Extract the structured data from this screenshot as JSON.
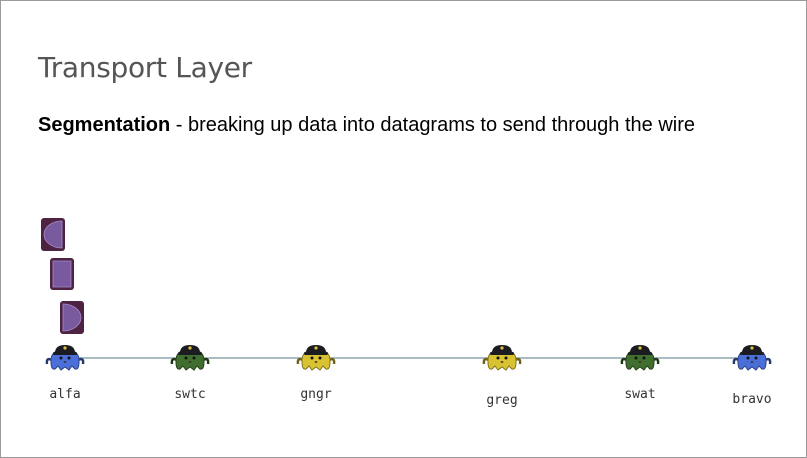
{
  "slide": {
    "title": "Transport Layer",
    "term": "Segmentation",
    "definition": " - breaking up data into datagrams to send through the wire"
  },
  "network": {
    "nodes": [
      {
        "name": "alfa",
        "color": "#4a6fd8"
      },
      {
        "name": "swtc",
        "color": "#3f6e2e"
      },
      {
        "name": "gngr",
        "color": "#d9c232"
      },
      {
        "name": "greg",
        "color": "#d9c232"
      },
      {
        "name": "swat",
        "color": "#3f6e2e"
      },
      {
        "name": "bravo",
        "color": "#4a6fd8"
      }
    ],
    "link_color": "#a9bcc4"
  },
  "segments": [
    {
      "name": "segment-left-half",
      "shape": "left-half-circle"
    },
    {
      "name": "segment-middle",
      "shape": "rectangle"
    },
    {
      "name": "segment-right-half",
      "shape": "right-half-circle"
    }
  ],
  "colors": {
    "segment_fill": "#7a5a9e",
    "segment_border": "#4e2342"
  }
}
